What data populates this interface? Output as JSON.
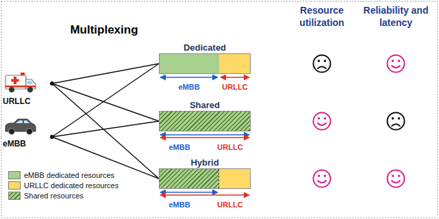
{
  "diagram": {
    "nodes": [
      {
        "text": [
          "URLLC"
        ]
      },
      {
        "text": [
          "eMBB"
        ]
      },
      {
        "text": [
          "Dedicated"
        ]
      },
      {
        "text": [
          "Shared"
        ]
      },
      {
        "text": [
          "Hybrid"
        ]
      }
    ],
    "edges": [
      {
        "from": 0,
        "to": 2,
        "arrow": "none"
      },
      {
        "from": 0,
        "to": 3,
        "arrow": "none"
      },
      {
        "from": 0,
        "to": 4,
        "arrow": "none"
      },
      {
        "from": 1,
        "to": 2,
        "arrow": "none"
      },
      {
        "from": 1,
        "to": 3,
        "arrow": "none"
      },
      {
        "from": 1,
        "to": 4,
        "arrow": "none"
      }
    ],
    "labels": [
      "Multiplexing",
      "Resource utilization",
      "Reliability and latency",
      "eMBB",
      "URLLC",
      "eMBB",
      "URLLC",
      "eMBB",
      "URLLC"
    ],
    "legend": [
      {
        "text": "eMBB dedicated resources",
        "color": "#a9d18e"
      },
      {
        "text": "URLLC dedicated resources",
        "color": "#ffd966"
      },
      {
        "text": "Shared resources"
      }
    ]
  }
}
